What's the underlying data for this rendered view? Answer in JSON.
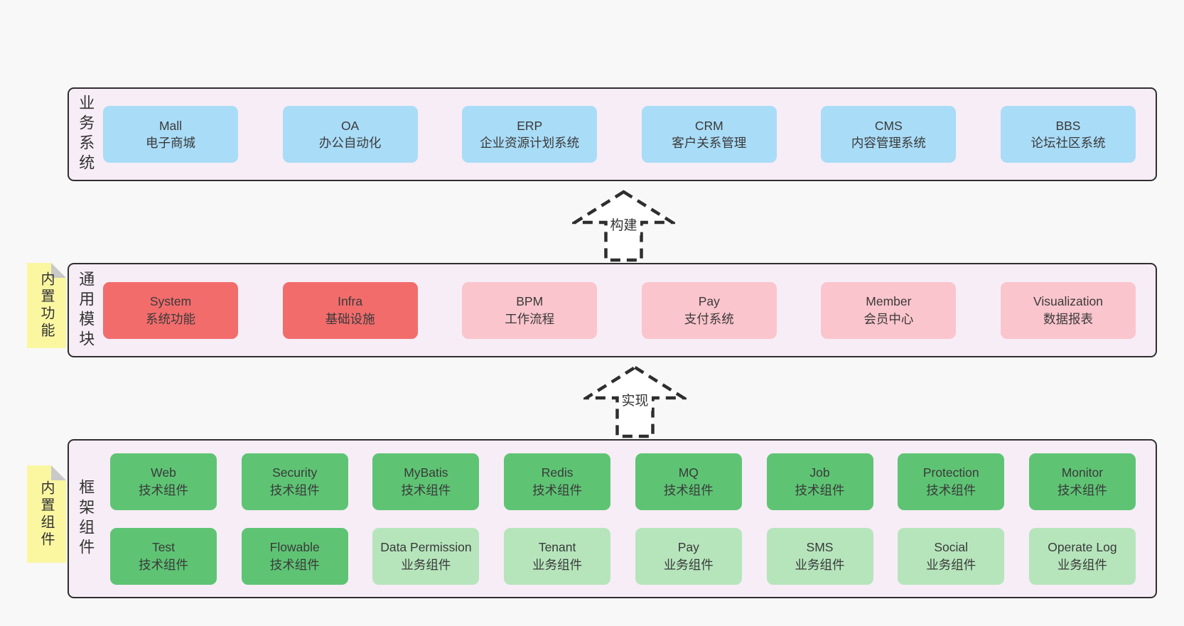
{
  "diagram": {
    "layers": {
      "business": {
        "label": "业务系统",
        "boxes": [
          {
            "en": "Mall",
            "zh": "电子商城",
            "style": "blue"
          },
          {
            "en": "OA",
            "zh": "办公自动化",
            "style": "blue"
          },
          {
            "en": "ERP",
            "zh": "企业资源计划系统",
            "style": "blue"
          },
          {
            "en": "CRM",
            "zh": "客户关系管理",
            "style": "blue"
          },
          {
            "en": "CMS",
            "zh": "内容管理系统",
            "style": "blue"
          },
          {
            "en": "BBS",
            "zh": "论坛社区系统",
            "style": "blue"
          }
        ]
      },
      "modules": {
        "label": "通用模块",
        "sticky": "内置功能",
        "boxes": [
          {
            "en": "System",
            "zh": "系统功能",
            "style": "red"
          },
          {
            "en": "Infra",
            "zh": "基础设施",
            "style": "red"
          },
          {
            "en": "BPM",
            "zh": "工作流程",
            "style": "pink"
          },
          {
            "en": "Pay",
            "zh": "支付系统",
            "style": "pink"
          },
          {
            "en": "Member",
            "zh": "会员中心",
            "style": "pink"
          },
          {
            "en": "Visualization",
            "zh": "数据报表",
            "style": "pink"
          }
        ]
      },
      "components": {
        "label": "框架组件",
        "sticky": "内置组件",
        "rows": [
          [
            {
              "en": "Web",
              "zh": "技术组件",
              "style": "green"
            },
            {
              "en": "Security",
              "zh": "技术组件",
              "style": "green"
            },
            {
              "en": "MyBatis",
              "zh": "技术组件",
              "style": "green"
            },
            {
              "en": "Redis",
              "zh": "技术组件",
              "style": "green"
            },
            {
              "en": "MQ",
              "zh": "技术组件",
              "style": "green"
            },
            {
              "en": "Job",
              "zh": "技术组件",
              "style": "green"
            },
            {
              "en": "Protection",
              "zh": "技术组件",
              "style": "green"
            },
            {
              "en": "Monitor",
              "zh": "技术组件",
              "style": "green"
            }
          ],
          [
            {
              "en": "Test",
              "zh": "技术组件",
              "style": "green"
            },
            {
              "en": "Flowable",
              "zh": "技术组件",
              "style": "green"
            },
            {
              "en": "Data Permission",
              "zh": "业务组件",
              "style": "lightgreen"
            },
            {
              "en": "Tenant",
              "zh": "业务组件",
              "style": "lightgreen"
            },
            {
              "en": "Pay",
              "zh": "业务组件",
              "style": "lightgreen"
            },
            {
              "en": "SMS",
              "zh": "业务组件",
              "style": "lightgreen"
            },
            {
              "en": "Social",
              "zh": "业务组件",
              "style": "lightgreen"
            },
            {
              "en": "Operate Log",
              "zh": "业务组件",
              "style": "lightgreen"
            }
          ]
        ]
      }
    },
    "arrows": [
      {
        "label": "构建"
      },
      {
        "label": "实现"
      }
    ],
    "colors": {
      "page_bg": "#f8f8f8",
      "layer_bg": "#f7edf6",
      "layer_border": "#2f2f2f",
      "blue": "#a9dcf7",
      "red": "#f26c6c",
      "pink": "#fbc5cd",
      "green": "#5ec474",
      "lightgreen": "#b6e5bc",
      "sticky": "#fbf7a1",
      "sticky_fold": "#c9c9c9",
      "text": "#3a3a3a"
    }
  }
}
